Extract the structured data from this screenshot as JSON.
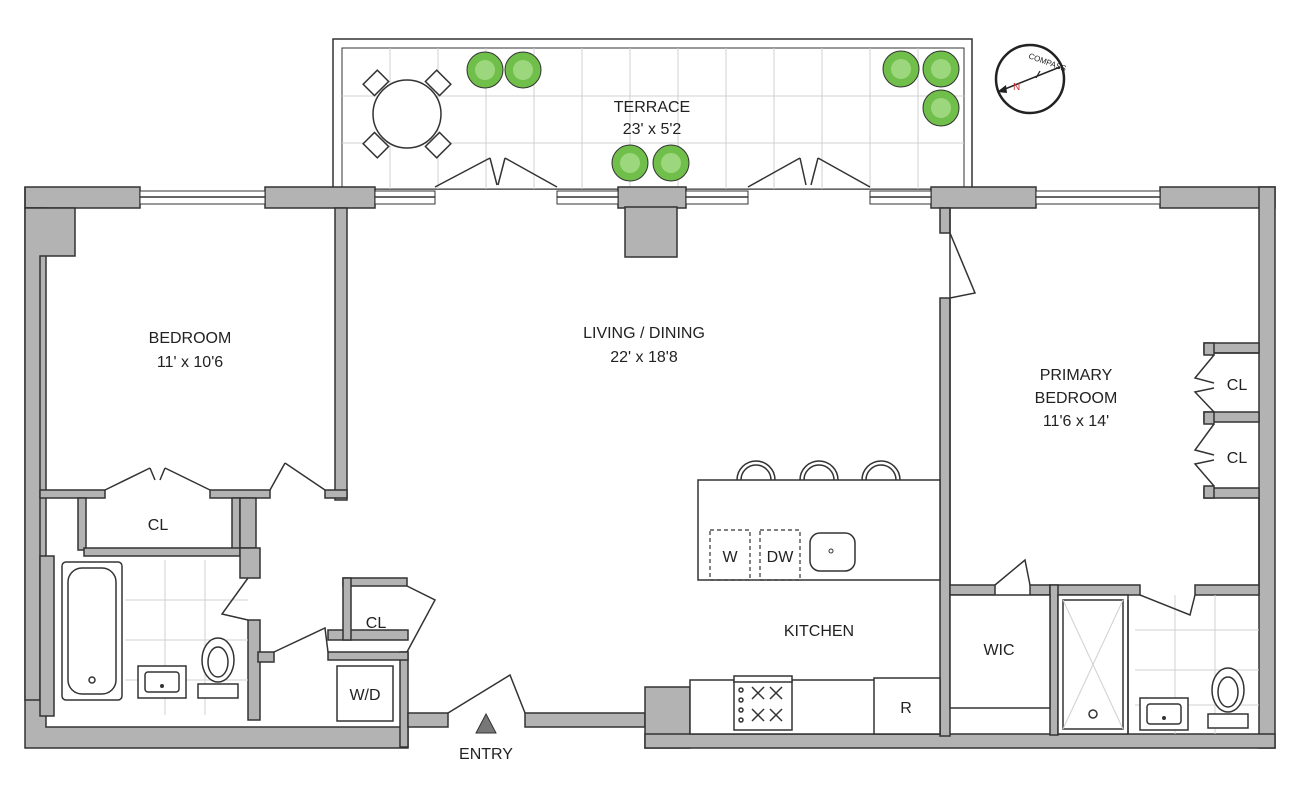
{
  "rooms": {
    "terrace": {
      "name": "TERRACE",
      "size": "23' x 5'2"
    },
    "bedroom": {
      "name": "BEDROOM",
      "size": "11' x 10'6"
    },
    "living": {
      "name": "LIVING / DINING",
      "size": "22' x 18'8"
    },
    "primary": {
      "name_line1": "PRIMARY",
      "name_line2": "BEDROOM",
      "size": "11'6 x 14'"
    },
    "kitchen": {
      "name": "KITCHEN"
    },
    "closet_bedroom": "CL",
    "closet_entry": "CL",
    "closet_primary_1": "CL",
    "closet_primary_2": "CL",
    "washer_dryer": "W/D",
    "walk_in_closet": "WIC",
    "washer": "W",
    "dishwasher": "DW",
    "refrigerator": "R"
  },
  "entry": {
    "label": "ENTRY"
  },
  "compass": {
    "label": "COMPASS",
    "north": "N"
  },
  "colors": {
    "wall": "#b3b3b3",
    "line": "#333333",
    "plant": "#6fbf4a",
    "north": "#d32f2f"
  }
}
